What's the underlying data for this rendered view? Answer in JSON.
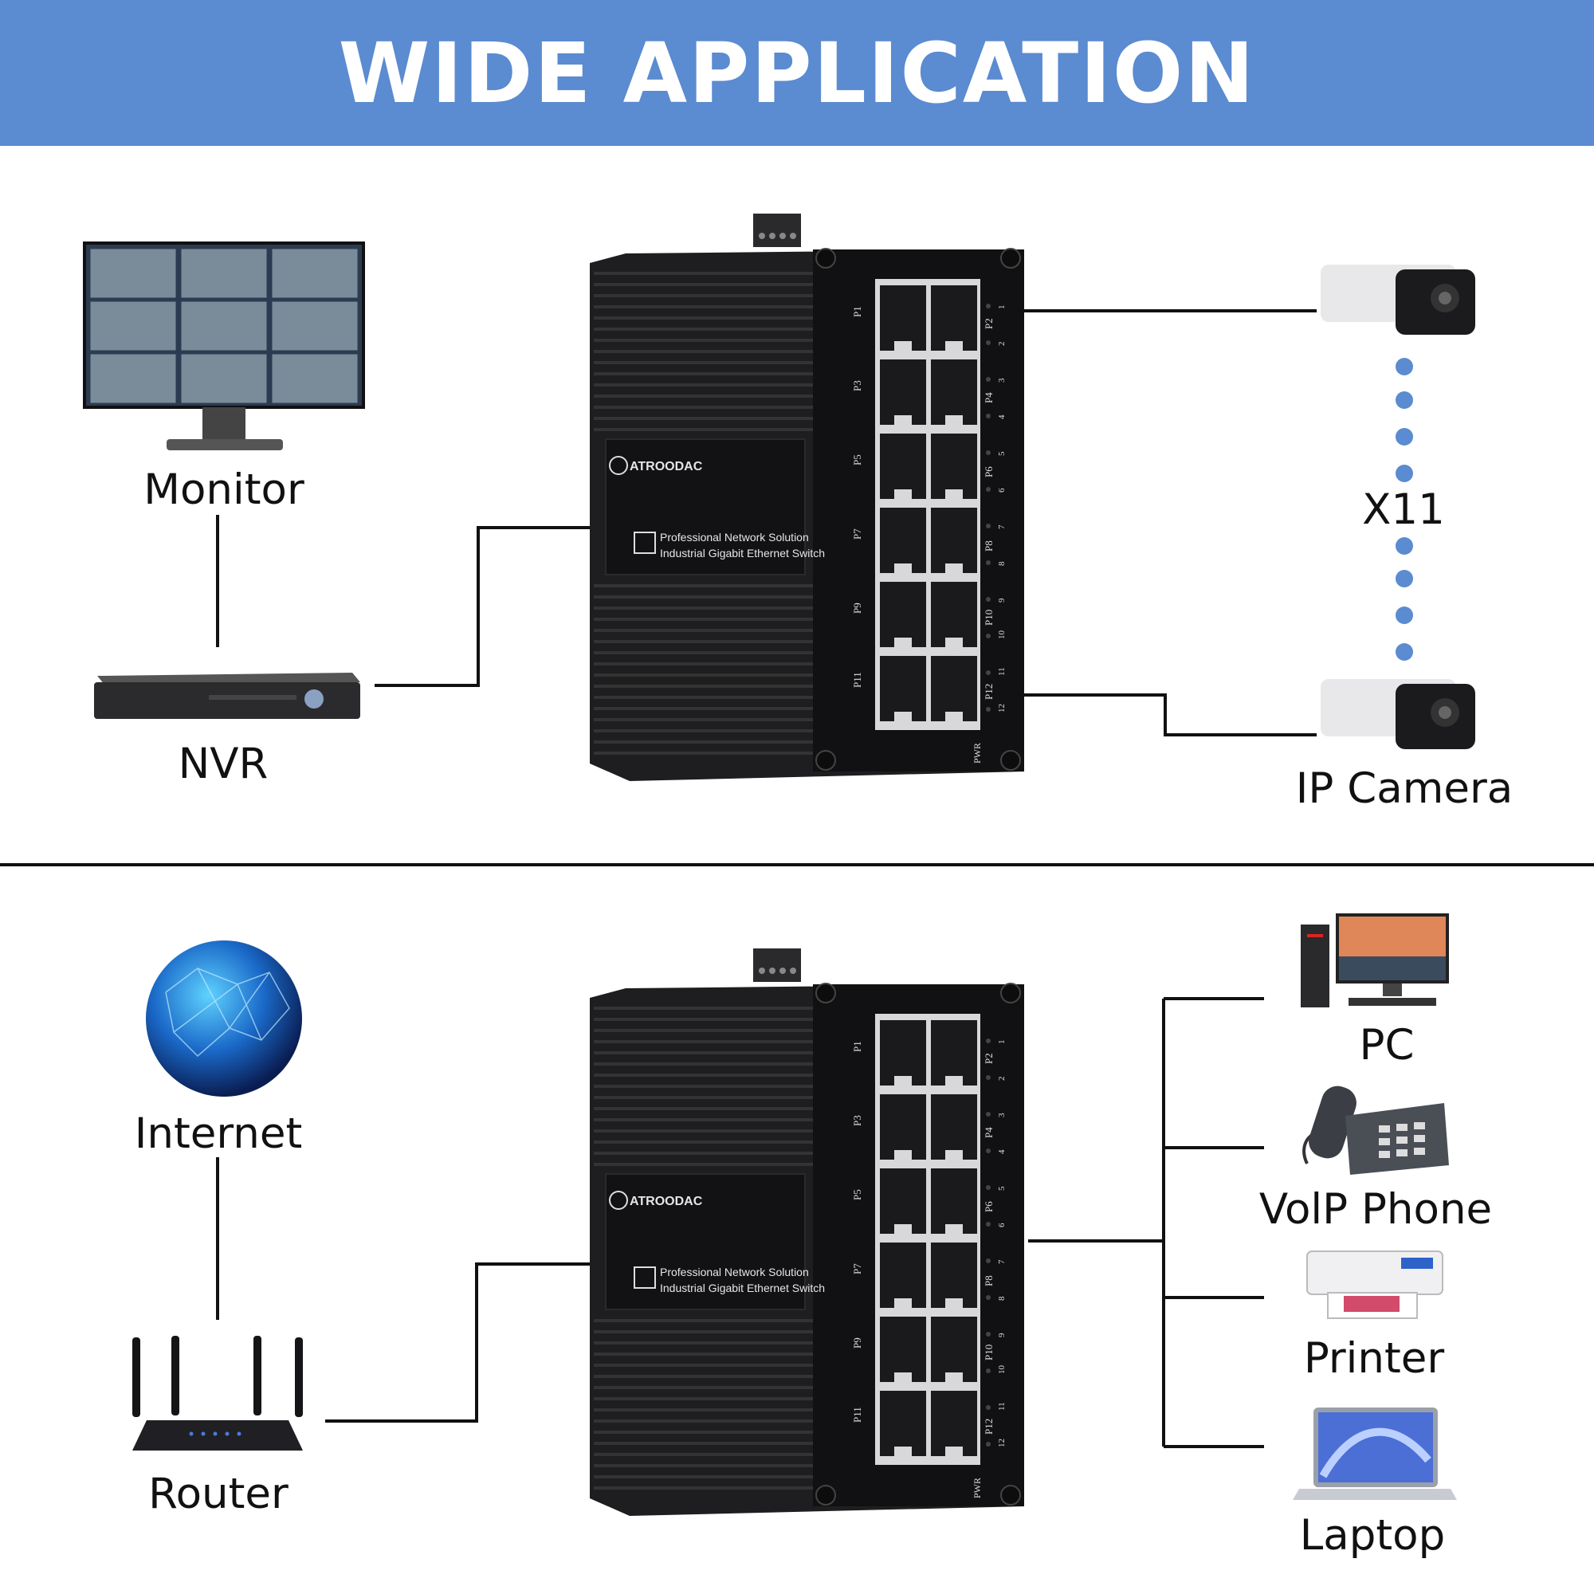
{
  "banner": {
    "title": "WIDE APPLICATION"
  },
  "top_section": {
    "labels": {
      "monitor": "Monitor",
      "nvr": "NVR",
      "ip_camera": "IP Camera",
      "camera_count": "X11"
    }
  },
  "bottom_section": {
    "labels": {
      "internet": "Internet",
      "router": "Router",
      "pc": "PC",
      "voip_phone": "VolP Phone",
      "printer": "Printer",
      "laptop": "Laptop"
    }
  },
  "switch": {
    "brand": "ATROODAC",
    "line1": "Professional Network Solution",
    "line2": "Industrial Gigabit Ethernet Switch",
    "left_ports": [
      "P1",
      "P3",
      "P5",
      "P7",
      "P9",
      "P11"
    ],
    "right_ports": [
      "P2",
      "P4",
      "P6",
      "P8",
      "P10",
      "P12"
    ],
    "led_numbers": [
      "1",
      "2",
      "3",
      "4",
      "5",
      "6",
      "7",
      "8",
      "9",
      "10",
      "11",
      "12"
    ],
    "pwr": "PWR"
  },
  "colors": {
    "banner": "#5b8bd0",
    "dot": "#5b8bd0",
    "switch_body": "#1e1e20"
  }
}
